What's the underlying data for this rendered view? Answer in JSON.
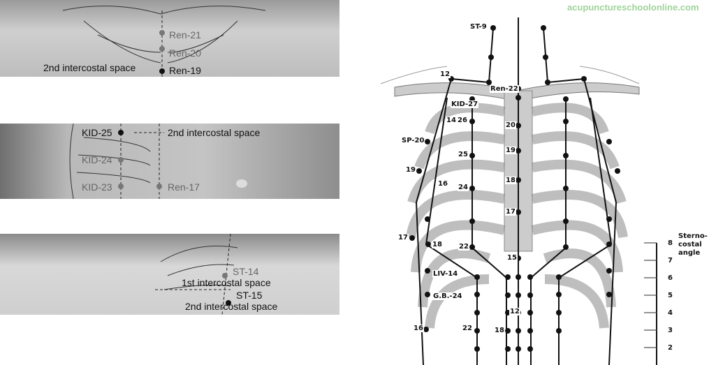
{
  "watermark": "acupunctureschoolonline.com",
  "panel1": {
    "labels": [
      "Ren-21",
      "Ren-20",
      "2nd intercostal space",
      "Ren-19"
    ]
  },
  "panel2": {
    "labels": [
      "KID-25",
      "2nd intercostal space",
      "KID-24",
      "KID-23",
      "Ren-17"
    ]
  },
  "panel3": {
    "labels": [
      "ST-14",
      "1st intercostal space",
      "ST-15",
      "2nd intercostal space"
    ]
  },
  "diagram": {
    "points": [
      "ST-9",
      "12",
      "Ren-22",
      "KID-27",
      "14",
      "26",
      "20",
      "SP-20",
      "25",
      "19",
      "19",
      "16",
      "24",
      "18",
      "17",
      "17",
      "18",
      "22",
      "15",
      "LIV-14",
      "G.B.-24",
      "12",
      "16",
      "22",
      "18"
    ],
    "scale": {
      "ticks": [
        "8",
        "7",
        "6",
        "5",
        "4",
        "3",
        "2"
      ],
      "caption": "Sterno-costal angle"
    }
  }
}
